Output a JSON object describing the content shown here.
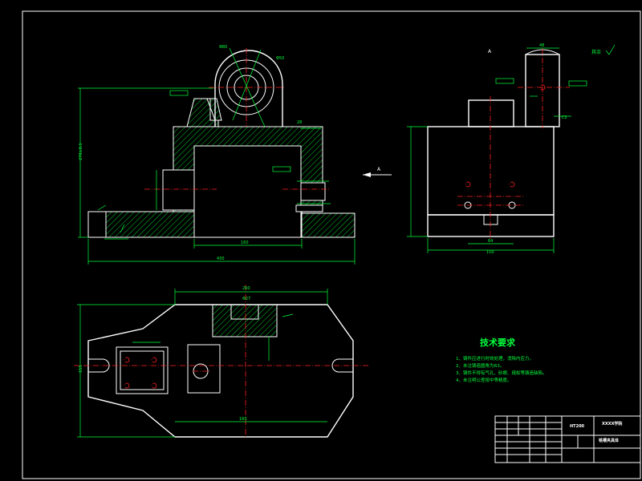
{
  "view_label_a": "A",
  "arrow_label_a": "A",
  "roughness_note": "其余",
  "tech_requirements": {
    "title": "技术要求",
    "items": [
      "1、铸件应进行时效处理，消除内应力。",
      "2、未注铸造圆角为R3。",
      "3、铸件不得有气孔、砂眼、疏松等铸造缺陷。",
      "4、未注明公差按中等精度。"
    ]
  },
  "title_block": {
    "school": "XXXX学院",
    "drawing_title": "铣槽夹具体",
    "material": "HT200"
  },
  "colors": {
    "background": "#000000",
    "outline": "#ffffff",
    "dimension": "#00ff3c",
    "centerline": "#ff2020"
  }
}
